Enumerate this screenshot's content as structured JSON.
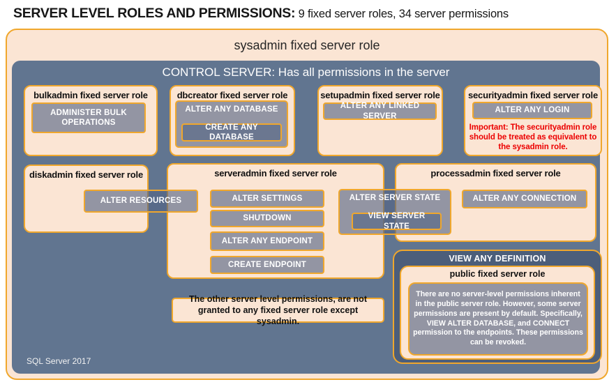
{
  "page_title": {
    "bold": "SERVER LEVEL ROLES AND PERMISSIONS:",
    "rest": " 9 fixed server roles, 34 server permissions"
  },
  "sysadmin": {
    "title": "sysadmin fixed server role"
  },
  "control": {
    "title": "CONTROL SERVER: Has all permissions in the server",
    "footer": "SQL Server 2017"
  },
  "roles": {
    "bulkadmin": {
      "title": "bulkadmin fixed server role",
      "perm": "ADMINISTER BULK OPERATIONS"
    },
    "dbcreator": {
      "title": "dbcreator fixed server role",
      "perm_outer": "ALTER ANY DATABASE",
      "perm_inner": "CREATE ANY DATABASE"
    },
    "setupadmin": {
      "title": "setupadmin fixed server role",
      "perm": "ALTER ANY LINKED SERVER"
    },
    "securityadmin": {
      "title": "securityadmin fixed server role",
      "perm": "ALTER ANY LOGIN",
      "warning": "Important: The securityadmin role should be treated as equivalent to the sysadmin role."
    },
    "diskadmin": {
      "title": "diskadmin fixed server role",
      "perm": "ALTER RESOURCES"
    },
    "serveradmin": {
      "title": "serveradmin fixed server role",
      "perms": [
        "ALTER SETTINGS",
        "SHUTDOWN",
        "ALTER ANY ENDPOINT",
        "CREATE ENDPOINT"
      ],
      "perm_outer": "ALTER SERVER STATE",
      "perm_inner": "VIEW SERVER STATE"
    },
    "processadmin": {
      "title": "processadmin fixed server role",
      "perm": "ALTER ANY CONNECTION"
    },
    "public": {
      "container": "VIEW ANY DEFINITION",
      "title": "public fixed server role",
      "note": "There are no server-level permissions inherent in the public server role. However, some server permissions are present by default. Specifically, VIEW ALTER DATABASE, and CONNECT permission to the endpoints. These permissions can be revoked."
    }
  },
  "note": "The other server level permissions, are not granted to any fixed server role except sysadmin.",
  "colors": {
    "peach": "#FBE5D4",
    "gold_border": "#F0A72C",
    "slate": "#617590",
    "dark_slate": "#4C5E7A",
    "warning_red": "#EC0000"
  }
}
